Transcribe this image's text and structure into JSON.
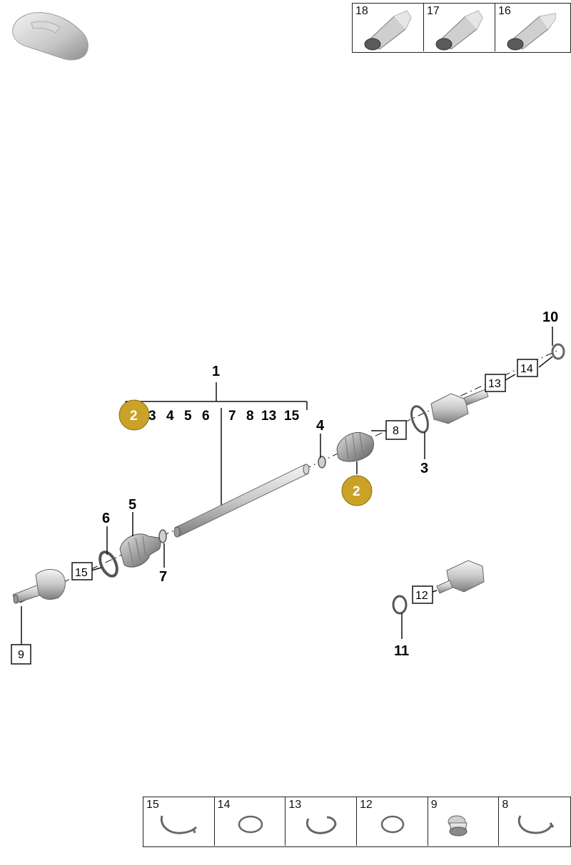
{
  "vehicle_icon": "car-silhouette-icon",
  "top_strip": [
    {
      "num": "18",
      "icon": "grease-tube-icon"
    },
    {
      "num": "17",
      "icon": "grease-tube-icon"
    },
    {
      "num": "16",
      "icon": "grease-tube-icon"
    }
  ],
  "bottom_strip": [
    {
      "num": "15",
      "icon": "circlip-icon"
    },
    {
      "num": "14",
      "icon": "o-ring-icon"
    },
    {
      "num": "13",
      "icon": "circlip-icon"
    },
    {
      "num": "12",
      "icon": "o-ring-icon"
    },
    {
      "num": "9",
      "icon": "nut-icon"
    },
    {
      "num": "8",
      "icon": "circlip-icon"
    }
  ],
  "assembly": {
    "number": "1",
    "badge": "2",
    "included_parts": [
      "3",
      "4",
      "5",
      "6",
      "7",
      "8",
      "13",
      "15"
    ]
  },
  "callouts": {
    "c2": "2",
    "c3": "3",
    "c4": "4",
    "c5": "5",
    "c6": "6",
    "c7": "7",
    "c10": "10",
    "c11": "11"
  },
  "boxed_callouts": {
    "b8": "8",
    "b9": "9",
    "b12": "12",
    "b13": "13",
    "b14": "14",
    "b15": "15"
  },
  "colors": {
    "badge": "#C9A227",
    "badge_border": "#8a6d12",
    "part_light": "#e8e8e8",
    "part_mid": "#bdbdbd",
    "part_dark": "#6e6e6e",
    "line": "#111111"
  }
}
